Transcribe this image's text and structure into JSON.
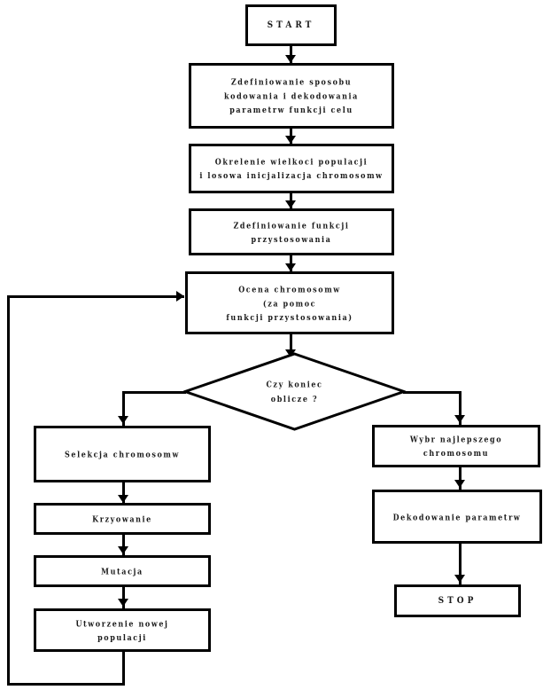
{
  "diagram": {
    "title": "Genetic algorithm flowchart",
    "language": "pl",
    "line_color": "#000000",
    "text_color": "#1a1a1a",
    "background": "#ffffff"
  },
  "nodes": {
    "start": {
      "label": "START",
      "shape": "process"
    },
    "coding": {
      "label": "Zdefiniowanie sposobu\nkodowania i dekodowania\nparametrw funkcji celu",
      "shape": "process"
    },
    "population": {
      "label": "Okrelenie wielkoci populacji\ni losowa inicjalizacja chromosomw",
      "shape": "process"
    },
    "fitness_def": {
      "label": "Zdefiniowanie funkcji przystosowania",
      "shape": "process"
    },
    "evaluate": {
      "label": "Ocena chromosomw\n(za pomoc\nfunkcji przystosowania)",
      "shape": "process"
    },
    "decision": {
      "label": "Czy koniec\noblicze ?",
      "shape": "decision"
    },
    "selection": {
      "label": "Selekcja chromosomw",
      "shape": "process"
    },
    "crossover": {
      "label": "Krzyowanie",
      "shape": "process"
    },
    "mutation": {
      "label": "Mutacja",
      "shape": "process"
    },
    "new_population": {
      "label": "Utworzenie nowej\npopulacji",
      "shape": "process"
    },
    "best": {
      "label": "Wybr najlepszego\nchromosomu",
      "shape": "process"
    },
    "decode": {
      "label": "Dekodowanie parametrw",
      "shape": "process"
    },
    "stop": {
      "label": "STOP",
      "shape": "process"
    }
  },
  "edges": [
    {
      "from": "start",
      "to": "coding",
      "kind": "arrow-down"
    },
    {
      "from": "coding",
      "to": "population",
      "kind": "arrow-down"
    },
    {
      "from": "population",
      "to": "fitness_def",
      "kind": "arrow-down"
    },
    {
      "from": "fitness_def",
      "to": "evaluate",
      "kind": "arrow-down"
    },
    {
      "from": "evaluate",
      "to": "decision",
      "kind": "arrow-down"
    },
    {
      "from": "decision",
      "to": "selection",
      "kind": "branch-left"
    },
    {
      "from": "decision",
      "to": "best",
      "kind": "branch-right"
    },
    {
      "from": "selection",
      "to": "crossover",
      "kind": "arrow-down"
    },
    {
      "from": "crossover",
      "to": "mutation",
      "kind": "arrow-down"
    },
    {
      "from": "mutation",
      "to": "new_population",
      "kind": "arrow-down"
    },
    {
      "from": "new_population",
      "to": "evaluate",
      "kind": "feedback-loop"
    },
    {
      "from": "best",
      "to": "decode",
      "kind": "arrow-down"
    },
    {
      "from": "decode",
      "to": "stop",
      "kind": "arrow-down"
    }
  ]
}
